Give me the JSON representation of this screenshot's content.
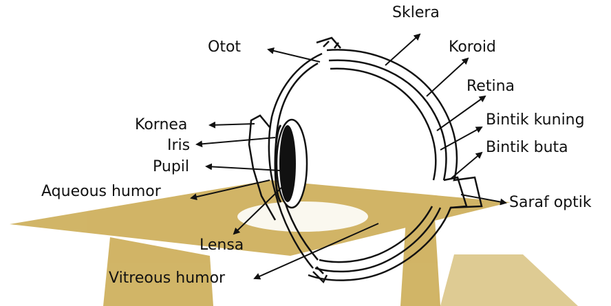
{
  "diagram": {
    "labels": {
      "sklera": "Sklera",
      "otot": "Otot",
      "koroid": "Koroid",
      "retina": "Retina",
      "kornea": "Kornea",
      "bintik_kuning": "Bintik kuning",
      "iris": "Iris",
      "bintik_buta": "Bintik buta",
      "pupil": "Pupil",
      "aqueous_humor": "Aqueous humor",
      "saraf_optik": "Saraf optik",
      "lensa": "Lensa",
      "vitreous_humor": "Vitreous humor"
    },
    "colors": {
      "ink": "#111111",
      "watermark": "#c9a84c",
      "background": "#ffffff"
    }
  }
}
